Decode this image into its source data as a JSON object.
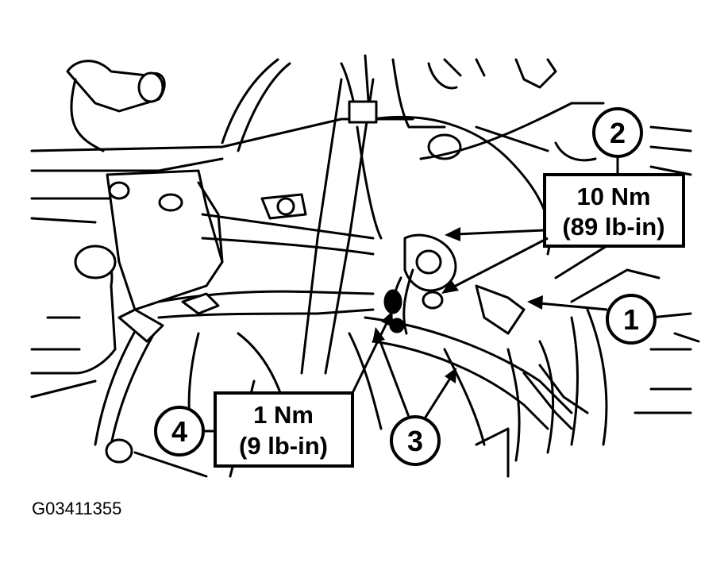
{
  "figure_id": "G03411355",
  "callouts": [
    {
      "number": "1"
    },
    {
      "number": "2",
      "torque_metric": "10 Nm",
      "torque_imperial": "(89 lb-in)"
    },
    {
      "number": "3"
    },
    {
      "number": "4",
      "torque_metric": "1 Nm",
      "torque_imperial": "(9 lb-in)"
    }
  ],
  "colors": {
    "ink": "#000000",
    "paper": "#ffffff"
  }
}
